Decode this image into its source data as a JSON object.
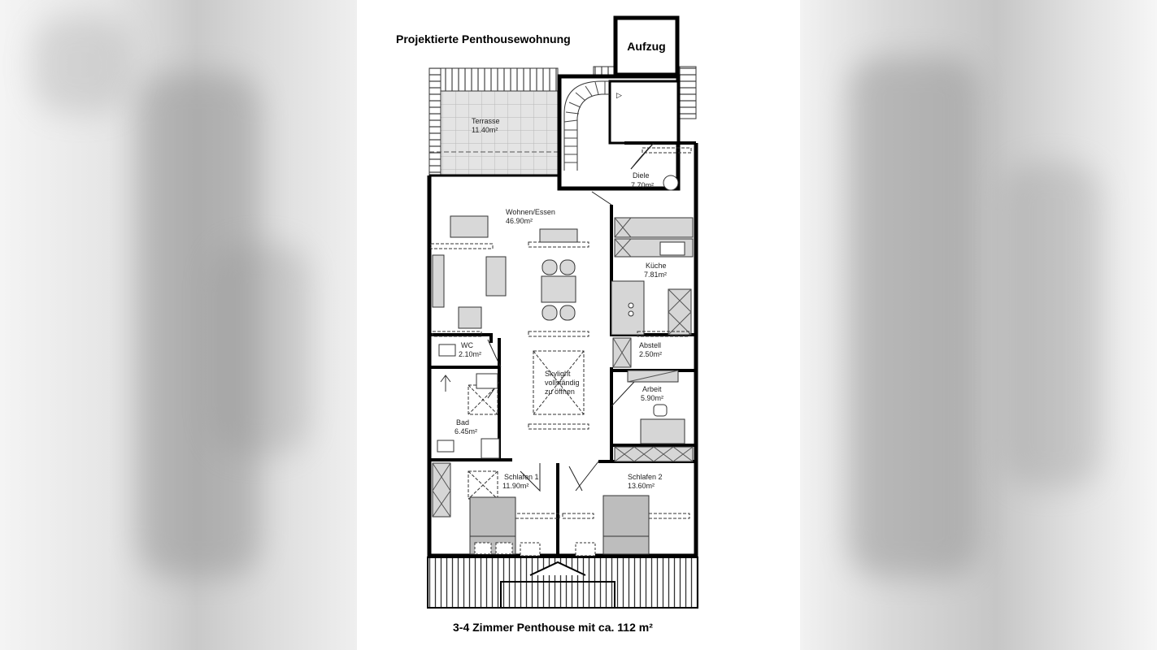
{
  "title": "Projektierte Penthousewohnung",
  "subtitle": "3-4 Zimmer Penthouse mit ca. 112 m²",
  "elevator": "Aufzug",
  "rooms": {
    "terrasse": {
      "name": "Terrasse",
      "area": "11.40m²"
    },
    "diele": {
      "name": "Diele",
      "area": "7.70m²"
    },
    "wohnen": {
      "name": "Wohnen/Essen",
      "area": "46.90m²"
    },
    "kueche": {
      "name": "Küche",
      "area": "7.81m²"
    },
    "wc": {
      "name": "WC",
      "area": "2.10m²"
    },
    "abstell": {
      "name": "Abstell",
      "area": "2.50m²"
    },
    "skylight": {
      "line1": "Skylight",
      "line2": "vollständig",
      "line3": "zu öffnen"
    },
    "arbeit": {
      "name": "Arbeit",
      "area": "5.90m²"
    },
    "bad": {
      "name": "Bad",
      "area": "6.45m²"
    },
    "schlafen1": {
      "name": "Schlafen 1",
      "area": "11.90m²"
    },
    "schlafen2": {
      "name": "Schlafen 2",
      "area": "13.60m²"
    }
  }
}
